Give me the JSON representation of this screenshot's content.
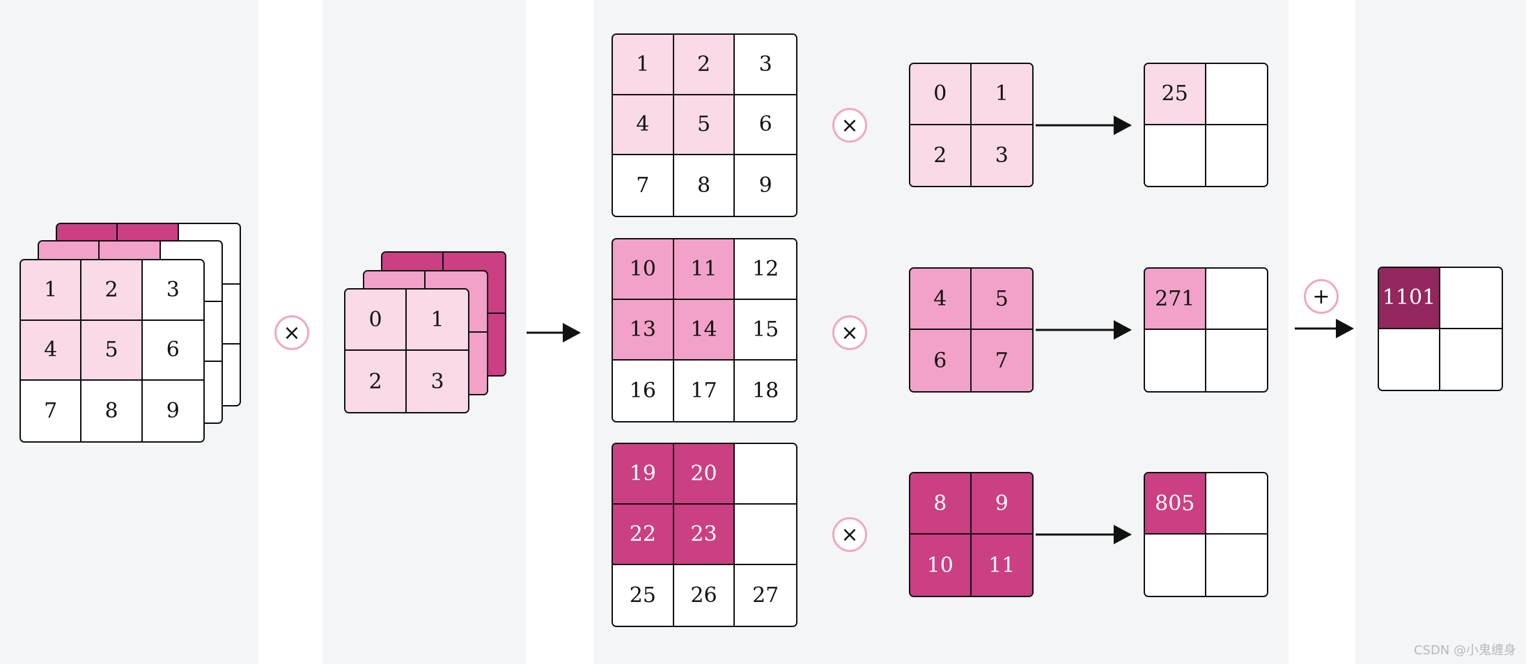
{
  "input_stack": {
    "front_values": [
      "1",
      "2",
      "3",
      "4",
      "5",
      "6",
      "7",
      "8",
      "9"
    ]
  },
  "kernel_stack": {
    "front_values": [
      "0",
      "1",
      "2",
      "3"
    ]
  },
  "channels": [
    {
      "input_values": [
        "1",
        "2",
        "3",
        "4",
        "5",
        "6",
        "7",
        "8",
        "9"
      ],
      "kernel_values": [
        "0",
        "1",
        "2",
        "3"
      ],
      "output_values": [
        "25",
        "",
        "",
        ""
      ]
    },
    {
      "input_values": [
        "10",
        "11",
        "12",
        "13",
        "14",
        "15",
        "16",
        "17",
        "18"
      ],
      "kernel_values": [
        "4",
        "5",
        "6",
        "7"
      ],
      "output_values": [
        "271",
        "",
        "",
        ""
      ]
    },
    {
      "input_values": [
        "19",
        "20",
        "",
        "22",
        "23",
        "",
        "25",
        "26",
        "27"
      ],
      "kernel_values": [
        "8",
        "9",
        "10",
        "11"
      ],
      "output_values": [
        "805",
        "",
        "",
        ""
      ]
    }
  ],
  "result": {
    "values": [
      "1101",
      "",
      "",
      ""
    ]
  },
  "operators": {
    "multiply": "×",
    "add": "+"
  },
  "watermark": "CSDN @小鬼缠身"
}
